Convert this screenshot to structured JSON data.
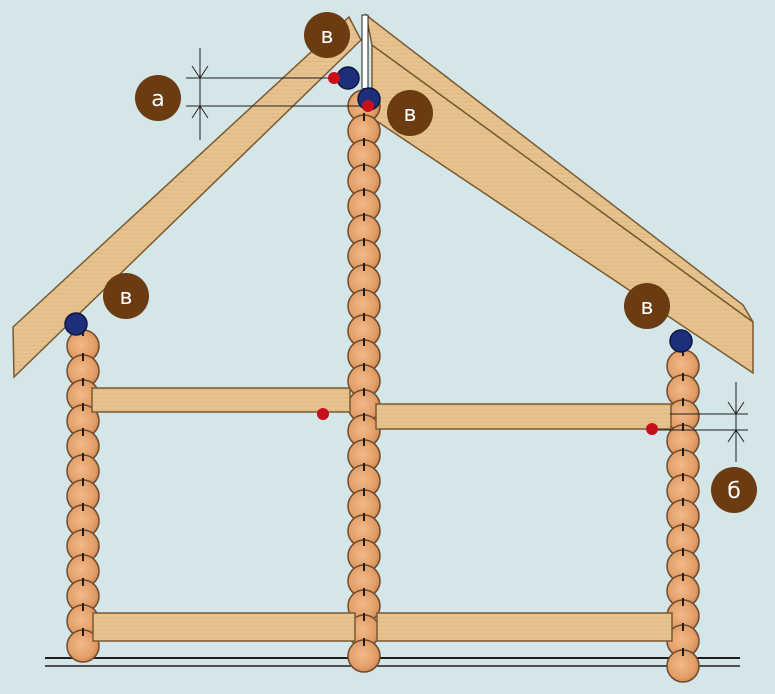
{
  "colors": {
    "background": "#d5e6e9",
    "timber": "#e7c48f",
    "timber_edge": "#7a5a33",
    "log_fill": "#e4a16b",
    "log_edge": "#6f4a2f",
    "label_fill": "#6b3b12",
    "label_text": "#ffffff",
    "joint_blue": "#1d2f7a",
    "marker_red": "#c8101c",
    "line": "#1e1e1e"
  },
  "labels": {
    "a": "а",
    "b": "б",
    "v": "в"
  }
}
